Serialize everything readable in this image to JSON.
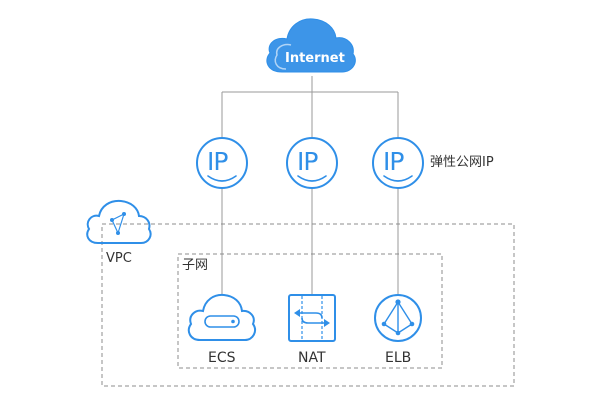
{
  "internet": {
    "label": "Internet"
  },
  "eip": {
    "label": "弹性公网IP",
    "icon_text": "IP"
  },
  "vpc": {
    "label": "VPC"
  },
  "subnet": {
    "label": "子网"
  },
  "services": {
    "ecs": {
      "label": "ECS"
    },
    "nat": {
      "label": "NAT"
    },
    "elb": {
      "label": "ELB"
    }
  },
  "colors": {
    "accent": "#2f8fe8",
    "cloud_fill": "#3d95e8",
    "line": "#9a9a9a",
    "text": "#333333"
  }
}
